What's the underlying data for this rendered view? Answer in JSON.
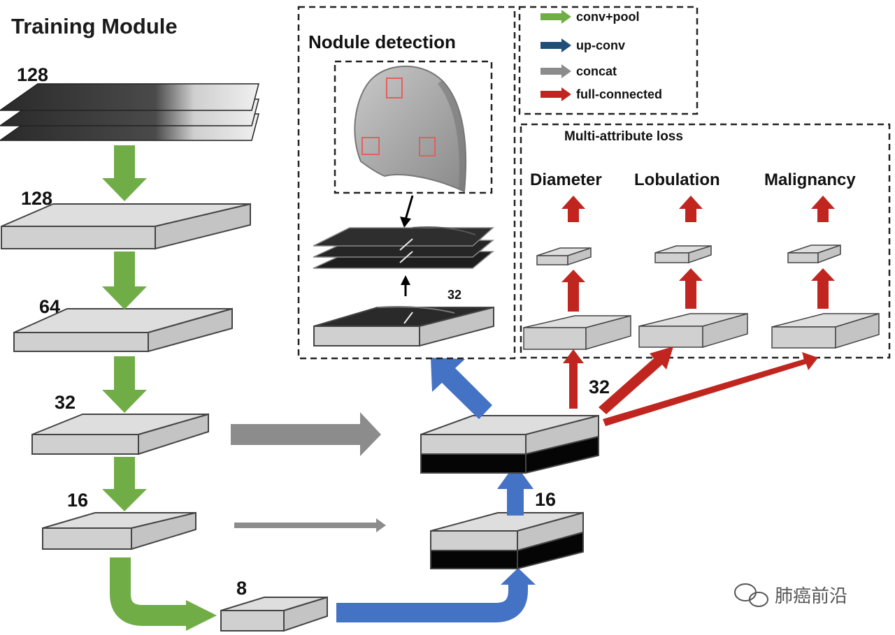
{
  "title": "Training Module",
  "encoder_labels": [
    "128",
    "128",
    "64",
    "32",
    "16",
    "8"
  ],
  "decoder_labels": [
    "32",
    "16"
  ],
  "detection": {
    "title": "Nodule detection",
    "size_label": "32"
  },
  "legend": {
    "items": [
      {
        "label": "conv+pool",
        "color": "#70ad47"
      },
      {
        "label": "up-conv",
        "color": "#1f4e79"
      },
      {
        "label": "concat",
        "color": "#8c8c8c"
      },
      {
        "label": "full-connected",
        "color": "#c0261f"
      }
    ]
  },
  "multi_attribute": {
    "title": "Multi-attribute loss",
    "attributes": [
      "Diameter",
      "Lobulation",
      "Malignancy"
    ]
  },
  "colors": {
    "conv_pool": "#70ad47",
    "up_conv": "#4472c4",
    "concat": "#8c8c8c",
    "full_connected": "#c0261f",
    "block_face": "#d4d4d4",
    "block_side": "#c4c4c4"
  },
  "watermark": "肺癌前沿"
}
